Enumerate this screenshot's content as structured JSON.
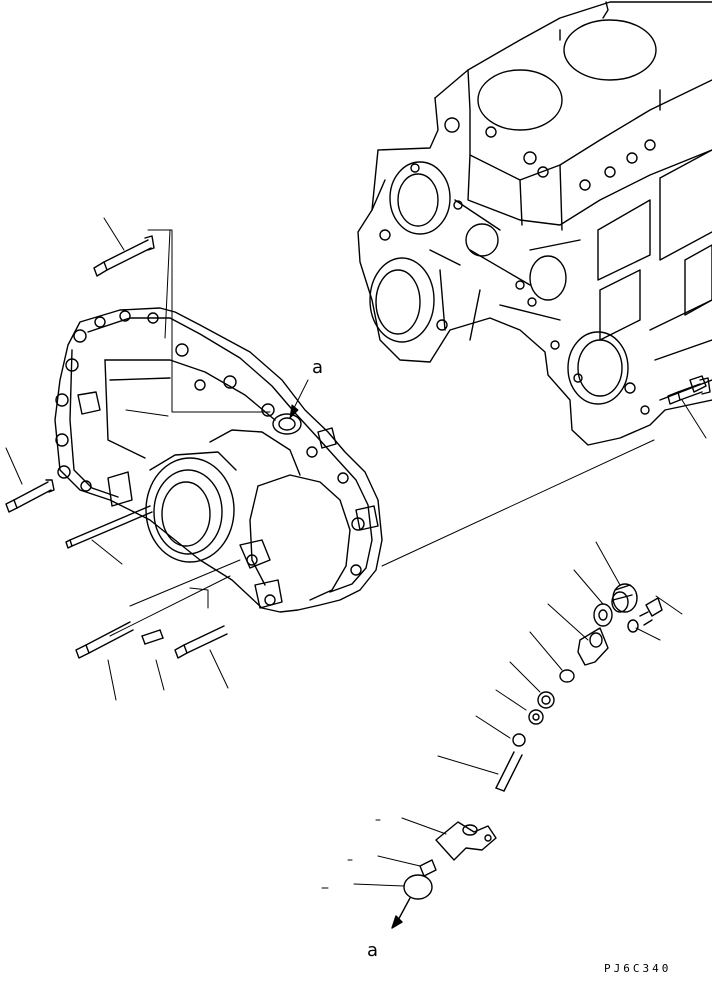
{
  "diagram": {
    "callout_top": "a",
    "callout_bottom": "a",
    "drawing_code": "PJ6C340"
  }
}
